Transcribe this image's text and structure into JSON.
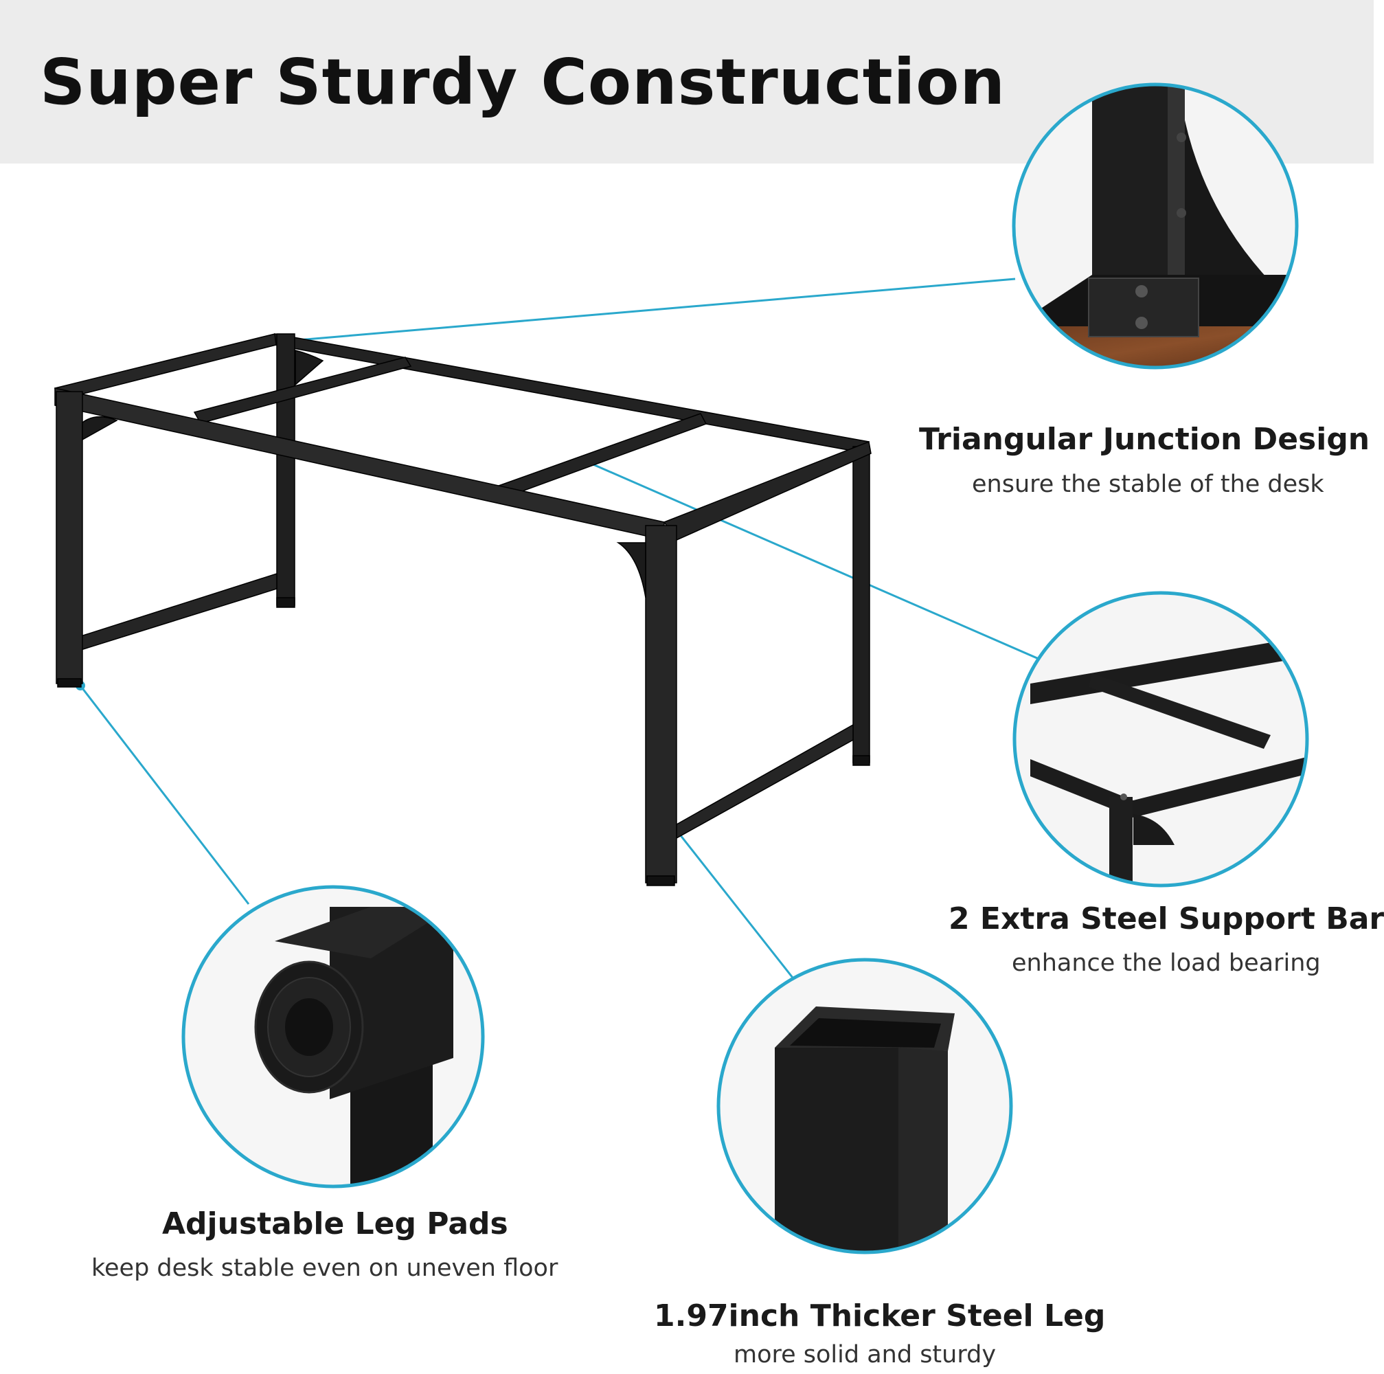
{
  "banner": {
    "title": "Super Sturdy Construction"
  },
  "accent_color": "#2aa8cc",
  "frame_color": "#1b1b1b",
  "features": {
    "triangular_junction": {
      "title": "Triangular Junction Design",
      "subtitle": "ensure the stable of the desk"
    },
    "support_bar": {
      "title": "2 Extra Steel Support Bar",
      "subtitle": "enhance the load bearing"
    },
    "leg_pads": {
      "title": "Adjustable Leg Pads",
      "subtitle": "keep desk stable even on uneven floor"
    },
    "steel_leg": {
      "title": "1.97inch Thicker Steel Leg",
      "subtitle": "more solid and sturdy"
    }
  }
}
